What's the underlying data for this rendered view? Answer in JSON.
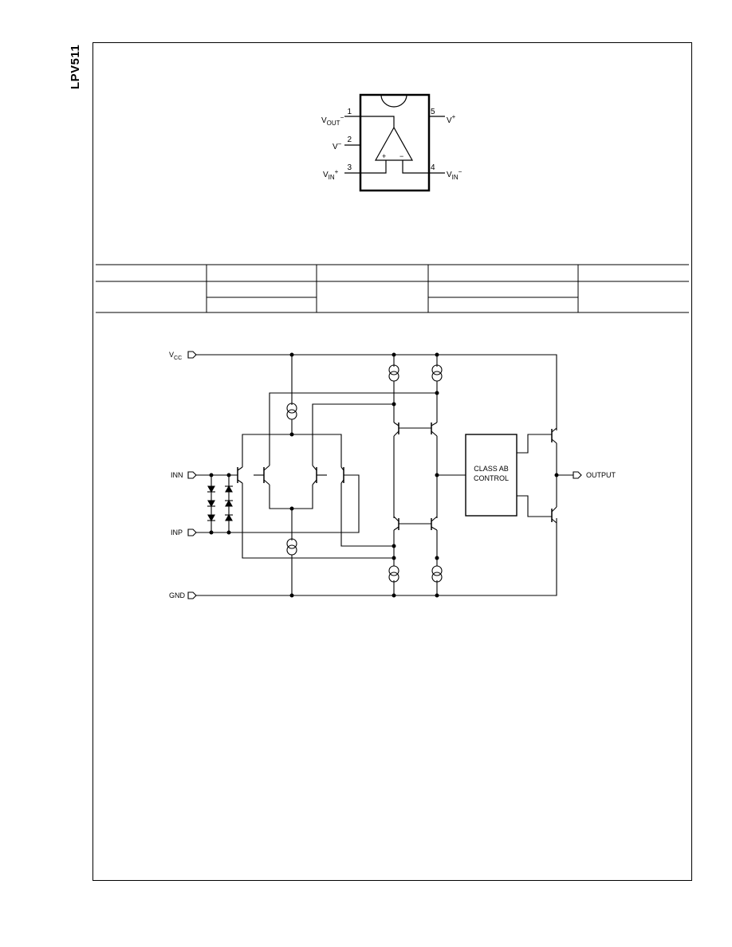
{
  "document": {
    "part_number": "LPV511"
  },
  "pinout": {
    "pins": [
      {
        "num": "1",
        "label": "V",
        "sub": "OUT",
        "sup": "−"
      },
      {
        "num": "2",
        "label": "V",
        "sub": "",
        "sup": "−"
      },
      {
        "num": "3",
        "label": "V",
        "sub": "IN",
        "sup": "+"
      },
      {
        "num": "4",
        "label": "V",
        "sub": "IN",
        "sup": "−"
      },
      {
        "num": "5",
        "label": "V",
        "sub": "",
        "sup": "+"
      }
    ],
    "plus_sign": "+",
    "minus_sign": "−"
  },
  "schematic": {
    "vcc_label": "V",
    "vcc_sub": "CC",
    "inn_label": "INN",
    "inp_label": "INP",
    "gnd_label": "GND",
    "output_label": "OUTPUT",
    "class_ab_line1": "CLASS AB",
    "class_ab_line2": "CONTROL"
  }
}
